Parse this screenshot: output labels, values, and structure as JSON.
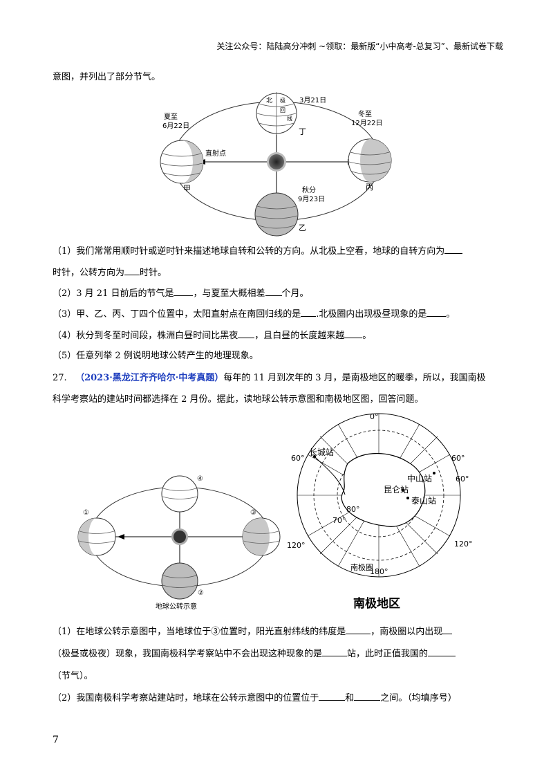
{
  "header": "关注公众号：陆陆高分冲刺 ~领取：最新版“小中高考-总复习”、最新试卷下载",
  "intro": "意图，并列出了部分节气。",
  "fig1": {
    "pos_top": "3月21日",
    "label_top": "丁",
    "left_a": "夏至",
    "left_b": "6月22日",
    "right_a": "冬至",
    "right_b": "12月22日",
    "point": "直射点",
    "label_left": "甲",
    "label_right": "丙",
    "bottom_a": "秋分",
    "bottom_b": "9月23日",
    "label_bottom": "乙",
    "north_text": "北",
    "globe_chars": [
      "极",
      "回",
      "线"
    ]
  },
  "q26": {
    "q1a": "（1）我们常常用顺时针或逆时针来描述地球自转和公转的方向。从北极上空看，地球的自转方向为",
    "q1b": "时针，公转方向为",
    "q1c": "时针。",
    "q2a": "（2）3 月 21 日前后的节气是",
    "q2b": "，与夏至大概相差",
    "q2c": "个月。",
    "q3a": "（3）甲、乙、丙、丁四个位置中，太阳直射点在南回归线的是",
    "q3b": ".北极圈内出现极昼现象的是",
    "q3c": "。",
    "q4a": "（4）秋分到冬至时间段，株洲白昼时间比黑夜",
    "q4b": "，且白昼的长度越来越",
    "q4c": "。",
    "q5": "（5）任意列举 2 例说明地球公转产生的地理现象。"
  },
  "q27": {
    "num": "27.",
    "tag": "（2023·黑龙江齐齐哈尔·中考真题）",
    "text1": "每年的 11 月到次年的 3 月，是南极地区的暖季，所以，我国南极",
    "text2": "科学考察站的建站时间都选择在 2 月份。据此，读地球公转示意图和南极地区图，回答问题。",
    "fig2": {
      "caption": "地球公转示意",
      "n1": "①",
      "n2": "②",
      "n3": "③",
      "n4": "④"
    },
    "map": {
      "title": "南极地区",
      "deg0": "0°",
      "deg180": "180°",
      "deg60l": "60°",
      "deg60r": "60°",
      "deg60r2": "60°",
      "deg120l": "120°",
      "deg120r": "120°",
      "deg80": "80°",
      "deg70": "70°",
      "changcheng": "长城站",
      "zhongshan": "中山站",
      "kunlun": "昆仑站",
      "taishan": "泰山站",
      "circle": "南极圈"
    },
    "s1a": "（1）在地球公转示意图中，当地球位于③位置时，阳光直射纬线的纬度是",
    "s1b": "，南极圈以内出现",
    "s1c": "（极昼或极夜）现象，我国南极科学考察站中不会出现这种现象的是",
    "s1d": "站，此时正值我国的",
    "s1e": "（节气）。",
    "s2a": "（2）我国南极科学考察站建站时，地球在公转示意图中的位置位于",
    "s2b": "和",
    "s2c": "之间。（均填序号）"
  },
  "page_number": "7"
}
